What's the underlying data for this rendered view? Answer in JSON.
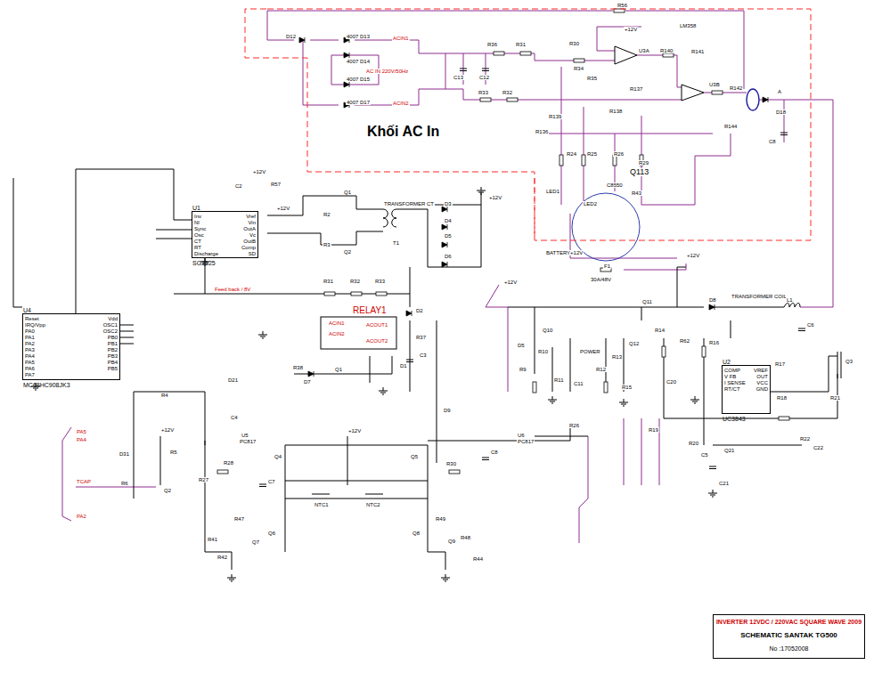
{
  "diagram": {
    "nodes": [
      {
        "text": [
          "Khối AC In"
        ]
      },
      {
        "text": [
          "U1",
          "Inv",
          "NI",
          "Sync",
          "Osc",
          "CT",
          "RT",
          "Discharge",
          "Vref",
          "Vin",
          "OutA",
          "Vc",
          "OutB",
          "Comp",
          "SD",
          "SG3525"
        ]
      },
      {
        "text": [
          "U4",
          "Reset",
          "IRQ/Vpp",
          "PA0",
          "PA1",
          "PA2",
          "PA3",
          "PA4",
          "PA5",
          "PA6",
          "PA7",
          "Vdd",
          "OSC1",
          "OSC2",
          "PB0",
          "PB1",
          "PB2",
          "PB3",
          "PB4",
          "PB5",
          "MC68HC908JK3"
        ]
      },
      {
        "text": [
          "U2",
          "COMP",
          "V FB",
          "I SENSE",
          "RT/CT",
          "VREF",
          "OUT",
          "VCC",
          "GND",
          "UC3843"
        ]
      },
      {
        "text": [
          "INVERTER 12VDC / 220VAC SQUARE WAVE 2009",
          "SCHEMATIC SANTAK TG500",
          "No :17052008"
        ]
      }
    ],
    "edges": [
      {
        "from": 2,
        "to": 1,
        "arrow": "none"
      }
    ],
    "labels": [
      "D12",
      "4007 D13",
      "4007 D14",
      "4007 D15",
      "4007 D17",
      "ACIN1",
      "ACIN2",
      "AC IN 220V/50Hz",
      "C13",
      "C12",
      "R36",
      "R31",
      "R33",
      "R32",
      "R56",
      "R30",
      "R34",
      "R35",
      "+12V",
      "U3A",
      "LM358",
      "R140",
      "R141",
      "R137",
      "U3B",
      "R138",
      "R139",
      "R136",
      "R142",
      "R144",
      "D18",
      "C8",
      "A",
      "R24",
      "R25",
      "R26",
      "R29",
      "Q113",
      "C8550",
      "R43",
      "LED1",
      "LED2",
      "BATTERY+12V",
      "F1",
      "30A/48V",
      "+12V",
      "R57",
      "C2",
      "R2",
      "R3",
      "Q1",
      "Q2",
      "TRANSFORMER CT",
      "T1",
      "D3",
      "D4",
      "D5",
      "D6",
      "R31",
      "R32",
      "R33",
      "RELAY1",
      "ACIN1",
      "ACIN2",
      "ACOUT1",
      "ACOUT2",
      "D2",
      "R37",
      "D1",
      "C3",
      "D9",
      "Q1",
      "R38",
      "D7",
      "D21",
      "C4",
      "U5",
      "PC817",
      "R28",
      "Q4",
      "+12V",
      "Q5",
      "R30",
      "C8",
      "U6",
      "PC817",
      "R26",
      "R27",
      "C7",
      "NTC1",
      "NTC2",
      "R47",
      "R49",
      "Q6",
      "Q8",
      "Q7",
      "Q9",
      "R41",
      "R42",
      "R48",
      "R44",
      "R4",
      "D31",
      "R5",
      "Q2",
      "R6",
      "+12V",
      "PA5",
      "PA4",
      "TCAP",
      "PA2",
      "Q10",
      "D5",
      "R9",
      "R10",
      "R11",
      "POWER",
      "C11",
      "R12",
      "Q11",
      "Q12",
      "R14",
      "R13",
      "R15",
      "D8",
      "TRANSFORMER COIL",
      "L1",
      "C6",
      "R62",
      "R16",
      "R17",
      "Q3",
      "R18",
      "R21",
      "R19",
      "R20",
      "C5",
      "Q21",
      "R22",
      "C22",
      "C21",
      "C20",
      "+12V",
      "+12V",
      "Feed back / 8V",
      "+12V",
      "+12V"
    ]
  }
}
